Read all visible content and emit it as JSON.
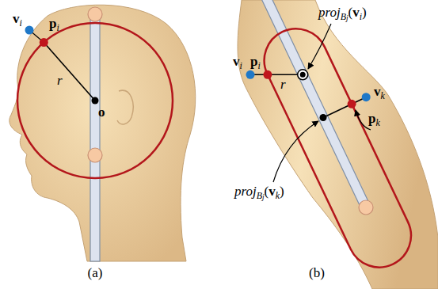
{
  "diagram": {
    "labels": [
      "vi",
      "pi",
      "r",
      "o",
      "(a)",
      "projBj(vi)",
      "vi",
      "pi",
      "r",
      "vk",
      "pk",
      "projBj(vk)",
      "(b)"
    ]
  }
}
